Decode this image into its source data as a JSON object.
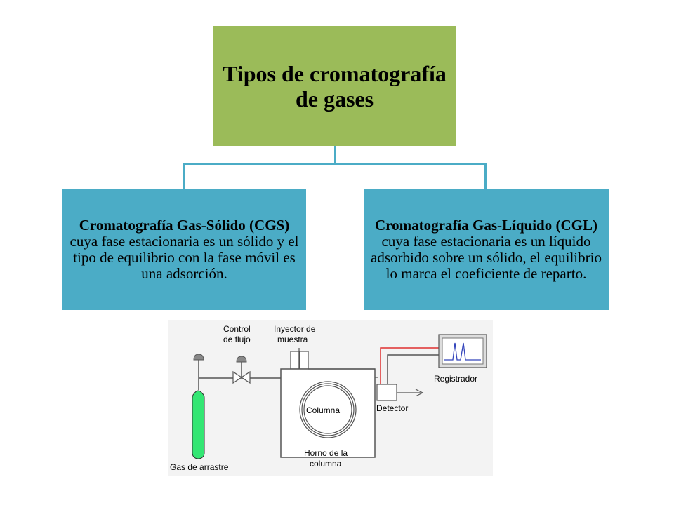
{
  "tree": {
    "root_title": "Tipos de cromatografía de gases",
    "left": {
      "bold": "Cromatografía Gas-Sólido (CGS)",
      "text": " cuya fase estacionaria es un sólido y el tipo de equilibrio con la fase móvil es una adsorción."
    },
    "right": {
      "bold": "Cromatografía Gas-Líquido (CGL)",
      "text": " cuya fase estacionaria es un líquido adsorbido sobre un sólido, el equilibrio lo marca el coeficiente de reparto."
    },
    "colors": {
      "root": "#9bbb59",
      "children": "#4bacc6",
      "connector": "#4bacc6"
    }
  },
  "diagram": {
    "control_flujo_line1": "Control",
    "control_flujo_line2": "de flujo",
    "inyector_line1": "Inyector de",
    "inyector_line2": "muestra",
    "registrador": "Registrador",
    "columna": "Columna",
    "detector": "Detector",
    "horno_line1": "Horno de la",
    "horno_line2": "columna",
    "gas_arrastre": "Gas de arrastre",
    "colors": {
      "cylinder": "#33e673",
      "signal_wire": "#e03030",
      "lines": "#555555",
      "diagram_bg": "#f3f3f3"
    }
  }
}
